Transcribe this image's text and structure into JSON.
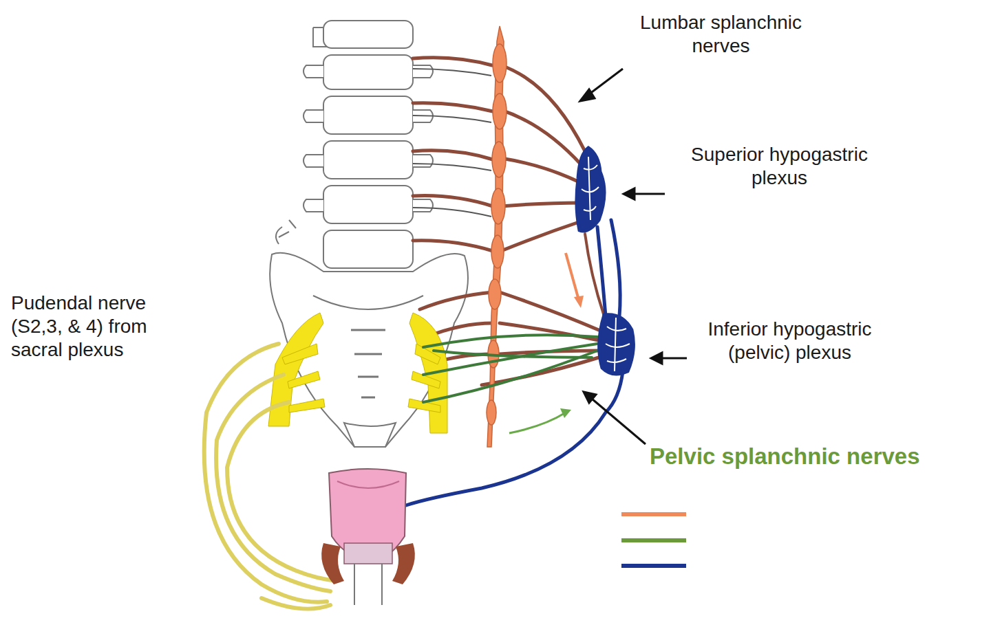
{
  "diagram": {
    "labels": [
      "Lumbar splanchnic nerves",
      "Superior hypogastric plexus",
      "Inferior hypogastric (pelvic) plexus",
      "Pelvic splanchnic nerves",
      "Pudendal nerve (S2,3, & 4) from sacral plexus"
    ]
  }
}
